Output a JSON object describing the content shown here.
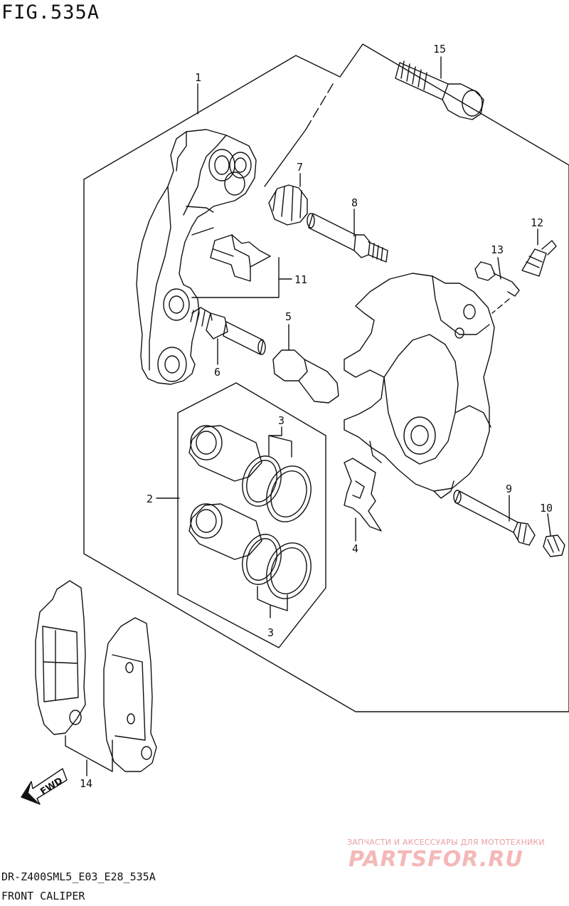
{
  "figure": {
    "title": "FIG.535A",
    "model_code": "DR-Z400SML5_E03_E28_535A",
    "caption": "FRONT CALIPER"
  },
  "callouts": [
    {
      "id": "1",
      "label": "1"
    },
    {
      "id": "2",
      "label": "2"
    },
    {
      "id": "3a",
      "label": "3"
    },
    {
      "id": "3b",
      "label": "3"
    },
    {
      "id": "4",
      "label": "4"
    },
    {
      "id": "5",
      "label": "5"
    },
    {
      "id": "6",
      "label": "6"
    },
    {
      "id": "7",
      "label": "7"
    },
    {
      "id": "8",
      "label": "8"
    },
    {
      "id": "9",
      "label": "9"
    },
    {
      "id": "10",
      "label": "10"
    },
    {
      "id": "11",
      "label": "11"
    },
    {
      "id": "12",
      "label": "12"
    },
    {
      "id": "13",
      "label": "13"
    },
    {
      "id": "14",
      "label": "14"
    },
    {
      "id": "15",
      "label": "15"
    }
  ],
  "direction_marker": {
    "label": "FWD",
    "icon": "forward-arrow-icon"
  },
  "watermark": {
    "tagline": "ЗАПЧАСТИ И АКСЕССУАРЫ ДЛЯ МОТОТЕХНИКИ",
    "logo": "PARTSFOR.RU"
  }
}
